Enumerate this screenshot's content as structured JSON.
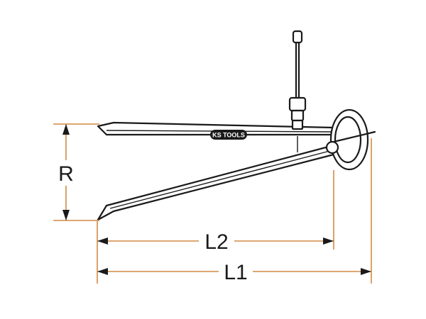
{
  "brand": {
    "logo_text": "KS TOOLS"
  },
  "dimensions": {
    "radius_label": "R",
    "inner_length_label": "L2",
    "overall_length_label": "L1"
  },
  "colors": {
    "outline": "#1a1a1a",
    "dimension_lines": "#d08a45",
    "background": "#ffffff"
  }
}
